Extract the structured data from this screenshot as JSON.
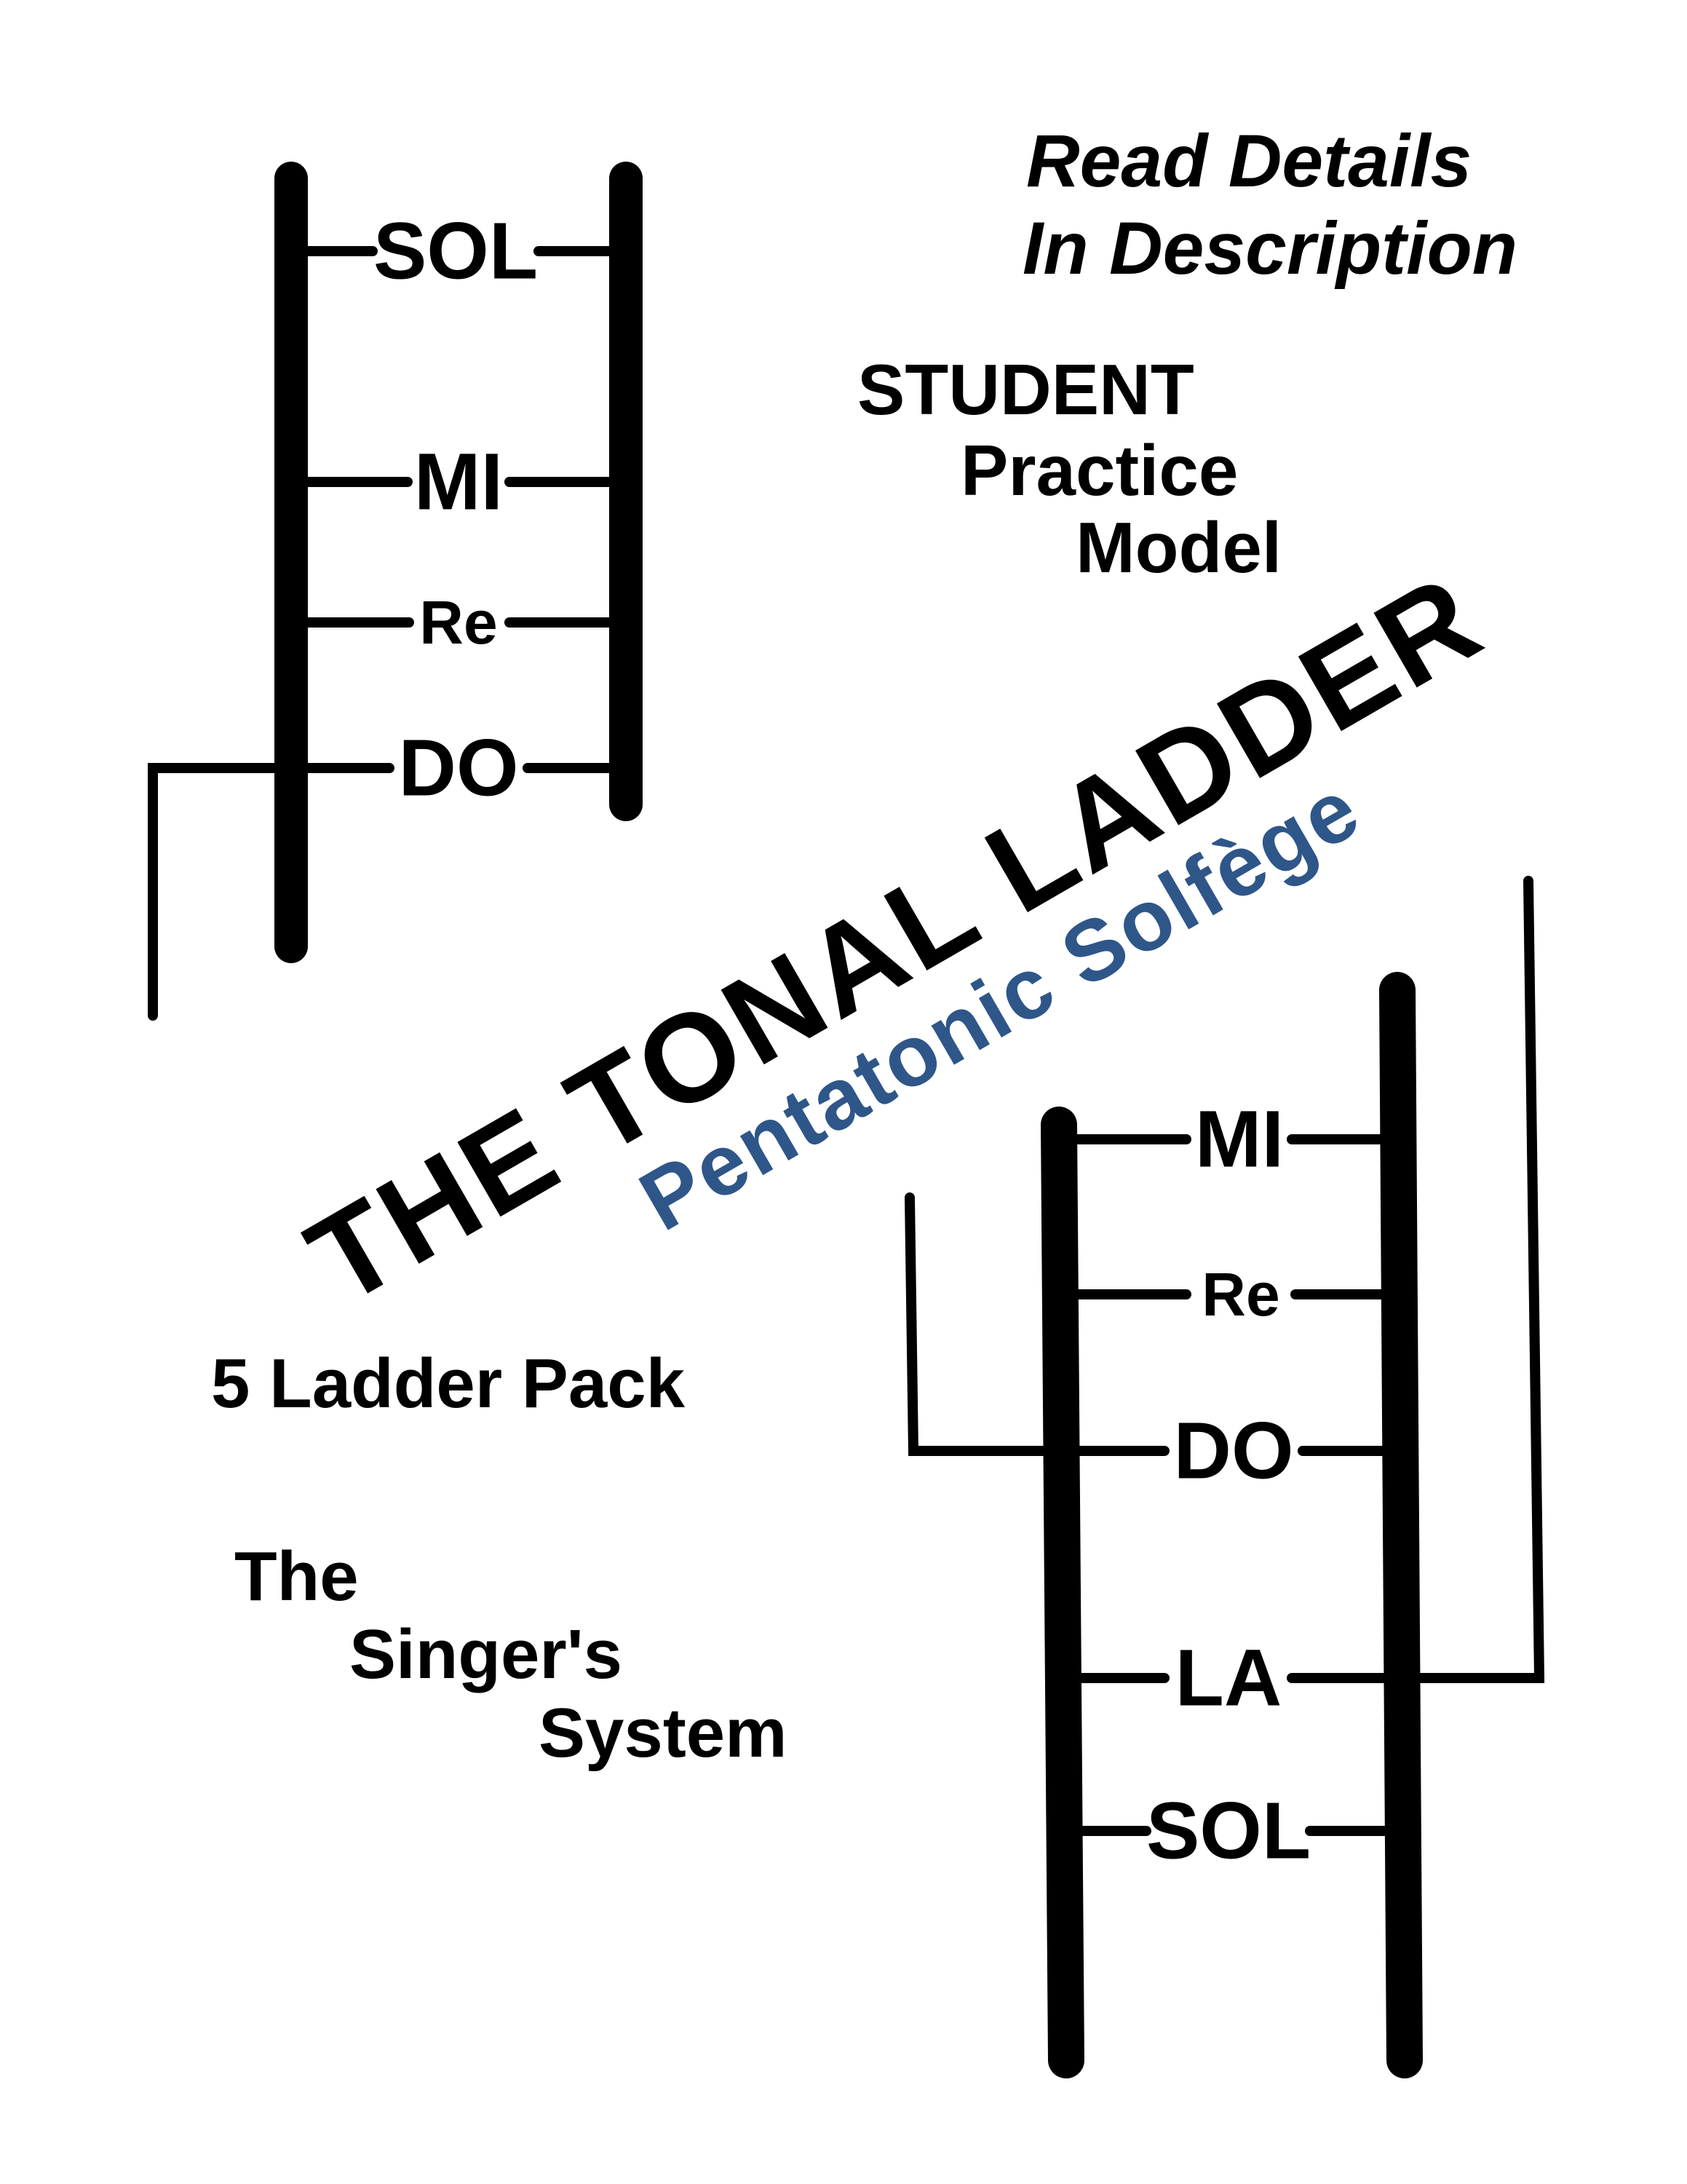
{
  "note": {
    "line1": "Read Details",
    "line2": "In Description"
  },
  "model": {
    "line1": "STUDENT",
    "line2": "Practice",
    "line3": "Model"
  },
  "title": {
    "main": "THE TONAL LADDER",
    "subtitle": "Pentatonic Solfège"
  },
  "pack": {
    "label": "5 Ladder Pack"
  },
  "brand": {
    "line1": "The",
    "line2": "Singer's",
    "line3": "System"
  },
  "ladder_top": {
    "rungs": [
      "SOL",
      "MI",
      "Re",
      "DO"
    ]
  },
  "ladder_bottom": {
    "rungs": [
      "MI",
      "Re",
      "DO",
      "LA",
      "SOL"
    ]
  },
  "colors": {
    "ink": "#000000",
    "accent": "#2e5689",
    "background": "#ffffff"
  }
}
